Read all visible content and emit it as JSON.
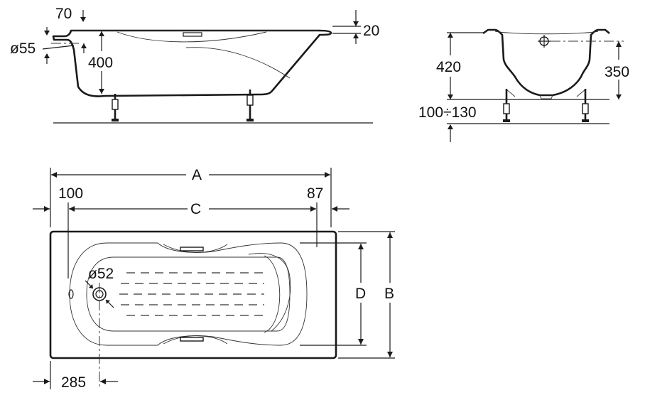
{
  "side_view": {
    "rim_depth_label": "70",
    "rim_thickness_label": "20",
    "overflow_diameter_label": "ø55",
    "depth_label": "400"
  },
  "end_view": {
    "overall_height_label": "420",
    "inner_height_label": "350",
    "feet_range_label": "100÷130"
  },
  "plan_view": {
    "length_label": "A",
    "inner_length_label": "C",
    "left_rim_label": "100",
    "right_rim_label": "87",
    "inner_width_label": "D",
    "width_label": "B",
    "drain_diameter_label": "ø52",
    "drain_offset_label": "285"
  },
  "colors": {
    "line": "#1a1a1a",
    "background": "#ffffff"
  }
}
